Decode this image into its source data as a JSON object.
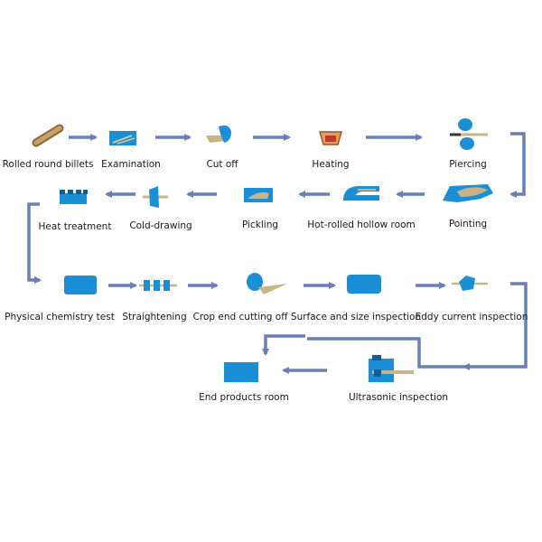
{
  "steps": {
    "s1": "Rolled round billets",
    "s2": "Examination",
    "s3": "Cut off",
    "s4": "Heating",
    "s5": "Piercing",
    "s6": "Pointing",
    "s7": "Hot-rolled hollow room",
    "s8": "Pickling",
    "s9": "Cold-drawing",
    "s10": "Heat treatment",
    "s11": "Physical chemistry test",
    "s12": "Straightening",
    "s13": "Crop end cutting off",
    "s14": "Surface and size inspection",
    "s15": "Eddy current inspection",
    "s16": "Ultrasonic inspection",
    "s17": "End products room"
  },
  "colors": {
    "arrow": "#6a7fb5",
    "machine_blue": "#1a8fd6",
    "dark_blue": "#0e5f99",
    "steel_tan": "#c9b48a",
    "copper": "#b8733a"
  }
}
